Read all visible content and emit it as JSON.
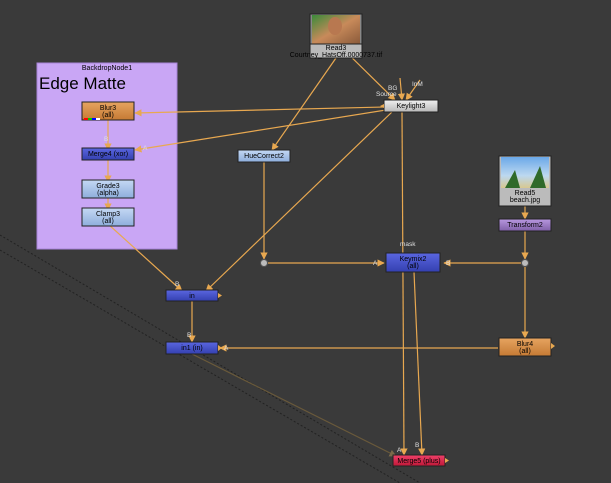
{
  "backdrop": {
    "name": "BackdropNode1",
    "label": "Edge Matte"
  },
  "nodes": {
    "read3": {
      "line1": "Read3",
      "line2": "Courtney_HatsOff.0000737.tif"
    },
    "read5": {
      "line1": "Read5",
      "line2": "beach.jpg"
    },
    "keylight3": {
      "label": "Keylight3"
    },
    "blur3": {
      "label": "Blur3",
      "sub": "(all)"
    },
    "merge4": {
      "label": "Merge4 (xor)"
    },
    "grade3": {
      "label": "Grade3",
      "sub": "(alpha)"
    },
    "clamp3": {
      "label": "Clamp3",
      "sub": "(all)"
    },
    "huecorrect2": {
      "label": "HueCorrect2"
    },
    "transform2": {
      "label": "Transform2"
    },
    "keymix2": {
      "label": "Keymix2",
      "sub": "(all)"
    },
    "in": {
      "label": "in"
    },
    "in2": {
      "label": "in1 (in)"
    },
    "blur4": {
      "label": "Blur4",
      "sub": "(all)"
    },
    "merge5": {
      "label": "Merge5 (plus)"
    }
  },
  "ports": {
    "bg": "BG",
    "source": "Source",
    "inm": "InM",
    "a": "A",
    "b": "B",
    "mask": "mask"
  },
  "colors": {
    "background": "#3a3a3a",
    "edge": "#e8a850",
    "backdrop": "#c9a6f5",
    "blur": "#d9904a",
    "merge": "#4450c8",
    "grade": "#a9c4e8",
    "keylight": "#d8d8d8",
    "transform": "#9a78c2",
    "merge5": "#e0244a"
  }
}
